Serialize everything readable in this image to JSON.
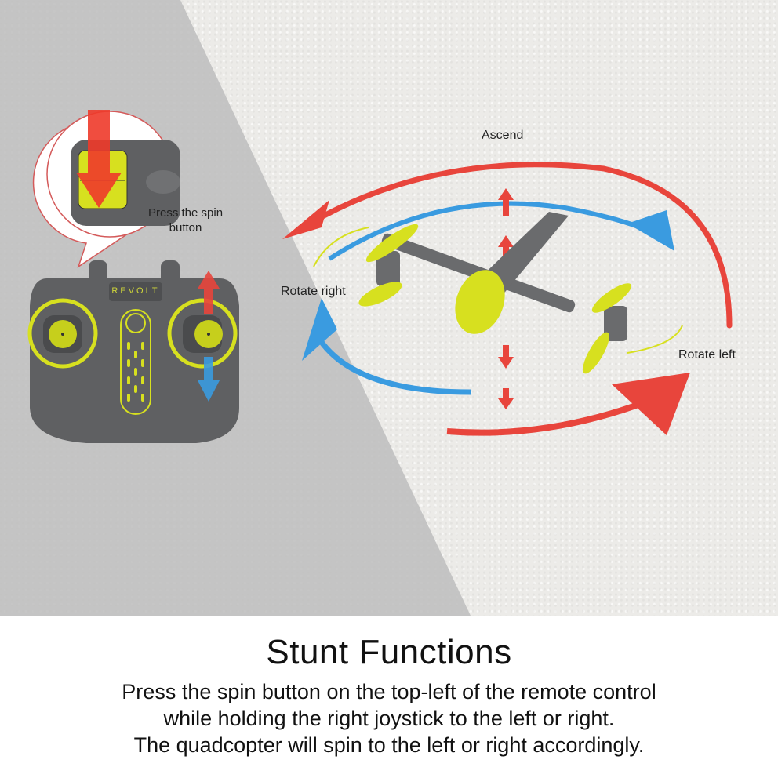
{
  "callout": {
    "label_line1": "Press the spin",
    "label_line2": "button"
  },
  "remote": {
    "brand": "REVOLT"
  },
  "drone_labels": {
    "ascend": "Ascend",
    "rotate_right": "Rotate right",
    "rotate_left": "Rotate left"
  },
  "caption": {
    "title": "Stunt Functions",
    "lines": [
      "Press the spin button on the top-left of the remote control",
      "while holding the right joystick to the left or right.",
      "The quadcopter will spin to the left or right accordingly."
    ]
  },
  "colors": {
    "red": "#e8453c",
    "blue": "#3a9be0",
    "yellow": "#d7e01f",
    "gray": "#5f6062"
  }
}
